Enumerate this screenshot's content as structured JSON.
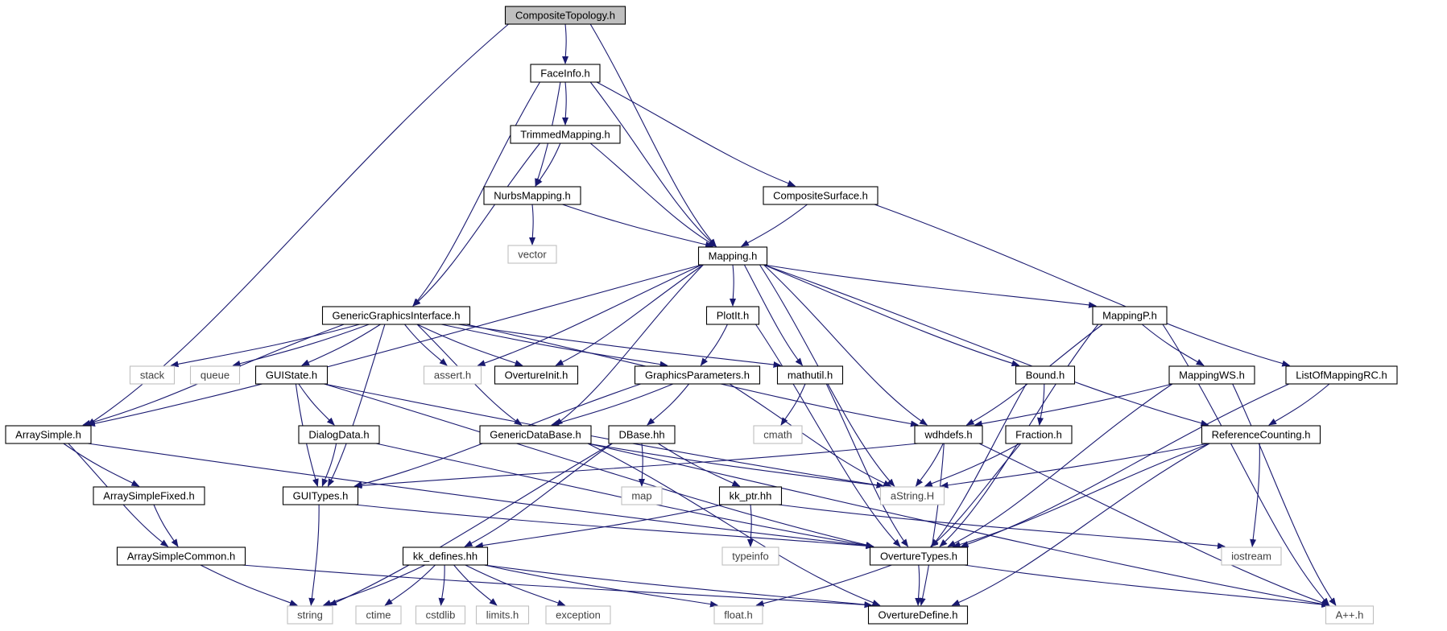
{
  "diagram": {
    "type": "include-dependency-graph",
    "colors": {
      "edge": "#191970",
      "root_fill": "#bfbfbf",
      "node_border": "#000000",
      "external_border": "#bfbfbf",
      "external_text": "#404040",
      "text": "#000000"
    },
    "nodes": [
      {
        "id": "CompositeTopology",
        "label": "CompositeTopology.h",
        "kind": "root"
      },
      {
        "id": "FaceInfo",
        "label": "FaceInfo.h",
        "kind": "file"
      },
      {
        "id": "TrimmedMapping",
        "label": "TrimmedMapping.h",
        "kind": "file"
      },
      {
        "id": "NurbsMapping",
        "label": "NurbsMapping.h",
        "kind": "file"
      },
      {
        "id": "CompositeSurface",
        "label": "CompositeSurface.h",
        "kind": "file"
      },
      {
        "id": "vector",
        "label": "vector",
        "kind": "external"
      },
      {
        "id": "Mapping",
        "label": "Mapping.h",
        "kind": "file"
      },
      {
        "id": "GenericGraphicsInterface",
        "label": "GenericGraphicsInterface.h",
        "kind": "file"
      },
      {
        "id": "PlotIt",
        "label": "PlotIt.h",
        "kind": "file"
      },
      {
        "id": "MappingP",
        "label": "MappingP.h",
        "kind": "file"
      },
      {
        "id": "stack",
        "label": "stack",
        "kind": "external"
      },
      {
        "id": "queue",
        "label": "queue",
        "kind": "external"
      },
      {
        "id": "GUIState",
        "label": "GUIState.h",
        "kind": "file"
      },
      {
        "id": "assert",
        "label": "assert.h",
        "kind": "external"
      },
      {
        "id": "OvertureInit",
        "label": "OvertureInit.h",
        "kind": "file"
      },
      {
        "id": "GraphicsParameters",
        "label": "GraphicsParameters.h",
        "kind": "file"
      },
      {
        "id": "mathutil",
        "label": "mathutil.h",
        "kind": "file"
      },
      {
        "id": "Bound",
        "label": "Bound.h",
        "kind": "file"
      },
      {
        "id": "MappingWS",
        "label": "MappingWS.h",
        "kind": "file"
      },
      {
        "id": "ListOfMappingRC",
        "label": "ListOfMappingRC.h",
        "kind": "file"
      },
      {
        "id": "ArraySimple",
        "label": "ArraySimple.h",
        "kind": "file"
      },
      {
        "id": "DialogData",
        "label": "DialogData.h",
        "kind": "file"
      },
      {
        "id": "GenericDataBase",
        "label": "GenericDataBase.h",
        "kind": "file"
      },
      {
        "id": "DBase",
        "label": "DBase.hh",
        "kind": "file"
      },
      {
        "id": "cmath",
        "label": "cmath",
        "kind": "external"
      },
      {
        "id": "wdhdefs",
        "label": "wdhdefs.h",
        "kind": "file"
      },
      {
        "id": "Fraction",
        "label": "Fraction.h",
        "kind": "file"
      },
      {
        "id": "ReferenceCounting",
        "label": "ReferenceCounting.h",
        "kind": "file"
      },
      {
        "id": "ArraySimpleFixed",
        "label": "ArraySimpleFixed.h",
        "kind": "file"
      },
      {
        "id": "GUITypes",
        "label": "GUITypes.h",
        "kind": "file"
      },
      {
        "id": "map",
        "label": "map",
        "kind": "external"
      },
      {
        "id": "kk_ptr",
        "label": "kk_ptr.hh",
        "kind": "file"
      },
      {
        "id": "aString",
        "label": "aString.H",
        "kind": "external"
      },
      {
        "id": "ArraySimpleCommon",
        "label": "ArraySimpleCommon.h",
        "kind": "file"
      },
      {
        "id": "kk_defines",
        "label": "kk_defines.hh",
        "kind": "file"
      },
      {
        "id": "typeinfo",
        "label": "typeinfo",
        "kind": "external"
      },
      {
        "id": "OvertureTypes",
        "label": "OvertureTypes.h",
        "kind": "file"
      },
      {
        "id": "iostream",
        "label": "iostream",
        "kind": "external"
      },
      {
        "id": "string",
        "label": "string",
        "kind": "external"
      },
      {
        "id": "ctime",
        "label": "ctime",
        "kind": "external"
      },
      {
        "id": "cstdlib",
        "label": "cstdlib",
        "kind": "external"
      },
      {
        "id": "limits",
        "label": "limits.h",
        "kind": "external"
      },
      {
        "id": "exception",
        "label": "exception",
        "kind": "external"
      },
      {
        "id": "float",
        "label": "float.h",
        "kind": "external"
      },
      {
        "id": "OvertureDefine",
        "label": "OvertureDefine.h",
        "kind": "file"
      },
      {
        "id": "App",
        "label": "A++.h",
        "kind": "external"
      }
    ],
    "edges": [
      [
        "CompositeTopology",
        "FaceInfo"
      ],
      [
        "CompositeTopology",
        "Mapping"
      ],
      [
        "CompositeTopology",
        "ArraySimple"
      ],
      [
        "FaceInfo",
        "TrimmedMapping"
      ],
      [
        "FaceInfo",
        "NurbsMapping"
      ],
      [
        "FaceInfo",
        "CompositeSurface"
      ],
      [
        "FaceInfo",
        "Mapping"
      ],
      [
        "FaceInfo",
        "GenericGraphicsInterface"
      ],
      [
        "TrimmedMapping",
        "NurbsMapping"
      ],
      [
        "TrimmedMapping",
        "Mapping"
      ],
      [
        "TrimmedMapping",
        "GenericGraphicsInterface"
      ],
      [
        "NurbsMapping",
        "vector"
      ],
      [
        "NurbsMapping",
        "Mapping"
      ],
      [
        "CompositeSurface",
        "Mapping"
      ],
      [
        "CompositeSurface",
        "ListOfMappingRC"
      ],
      [
        "Mapping",
        "GenericDataBase"
      ],
      [
        "Mapping",
        "PlotIt"
      ],
      [
        "Mapping",
        "MappingP"
      ],
      [
        "Mapping",
        "mathutil"
      ],
      [
        "Mapping",
        "assert"
      ],
      [
        "Mapping",
        "OvertureInit"
      ],
      [
        "Mapping",
        "wdhdefs"
      ],
      [
        "Mapping",
        "Bound"
      ],
      [
        "Mapping",
        "ReferenceCounting"
      ],
      [
        "Mapping",
        "aString"
      ],
      [
        "Mapping",
        "ArraySimple"
      ],
      [
        "GenericGraphicsInterface",
        "stack"
      ],
      [
        "GenericGraphicsInterface",
        "queue"
      ],
      [
        "GenericGraphicsInterface",
        "GUIState"
      ],
      [
        "GenericGraphicsInterface",
        "assert"
      ],
      [
        "GenericGraphicsInterface",
        "OvertureInit"
      ],
      [
        "GenericGraphicsInterface",
        "GraphicsParameters"
      ],
      [
        "GenericGraphicsInterface",
        "mathutil"
      ],
      [
        "GenericGraphicsInterface",
        "GenericDataBase"
      ],
      [
        "GenericGraphicsInterface",
        "wdhdefs"
      ],
      [
        "GenericGraphicsInterface",
        "GUITypes"
      ],
      [
        "GenericGraphicsInterface",
        "ArraySimple"
      ],
      [
        "PlotIt",
        "GraphicsParameters"
      ],
      [
        "PlotIt",
        "OvertureTypes"
      ],
      [
        "MappingP",
        "MappingWS"
      ],
      [
        "MappingP",
        "wdhdefs"
      ],
      [
        "MappingP",
        "OvertureTypes"
      ],
      [
        "MappingP",
        "App"
      ],
      [
        "GUIState",
        "DialogData"
      ],
      [
        "GUIState",
        "GUITypes"
      ],
      [
        "GUIState",
        "OvertureTypes"
      ],
      [
        "GUIState",
        "aString"
      ],
      [
        "GraphicsParameters",
        "GenericDataBase"
      ],
      [
        "GraphicsParameters",
        "DBase"
      ],
      [
        "GraphicsParameters",
        "GUITypes"
      ],
      [
        "GraphicsParameters",
        "aString"
      ],
      [
        "mathutil",
        "cmath"
      ],
      [
        "mathutil",
        "OvertureTypes"
      ],
      [
        "Bound",
        "Fraction"
      ],
      [
        "Bound",
        "OvertureTypes"
      ],
      [
        "MappingWS",
        "wdhdefs"
      ],
      [
        "MappingWS",
        "OvertureTypes"
      ],
      [
        "MappingWS",
        "App"
      ],
      [
        "ListOfMappingRC",
        "ReferenceCounting"
      ],
      [
        "ListOfMappingRC",
        "OvertureTypes"
      ],
      [
        "ArraySimple",
        "ArraySimpleFixed"
      ],
      [
        "ArraySimple",
        "ArraySimpleCommon"
      ],
      [
        "ArraySimple",
        "OvertureTypes"
      ],
      [
        "DialogData",
        "GUITypes"
      ],
      [
        "DialogData",
        "OvertureTypes"
      ],
      [
        "GenericDataBase",
        "aString"
      ],
      [
        "GenericDataBase",
        "OvertureDefine"
      ],
      [
        "GenericDataBase",
        "App"
      ],
      [
        "DBase",
        "map"
      ],
      [
        "DBase",
        "kk_ptr"
      ],
      [
        "DBase",
        "kk_defines"
      ],
      [
        "DBase",
        "string"
      ],
      [
        "wdhdefs",
        "GUITypes"
      ],
      [
        "wdhdefs",
        "aString"
      ],
      [
        "wdhdefs",
        "OvertureDefine"
      ],
      [
        "wdhdefs",
        "App"
      ],
      [
        "Fraction",
        "aString"
      ],
      [
        "Fraction",
        "OvertureTypes"
      ],
      [
        "ReferenceCounting",
        "aString"
      ],
      [
        "ReferenceCounting",
        "OvertureTypes"
      ],
      [
        "ReferenceCounting",
        "iostream"
      ],
      [
        "ReferenceCounting",
        "OvertureDefine"
      ],
      [
        "ArraySimpleFixed",
        "ArraySimpleCommon"
      ],
      [
        "GUITypes",
        "string"
      ],
      [
        "GUITypes",
        "OvertureTypes"
      ],
      [
        "kk_ptr",
        "typeinfo"
      ],
      [
        "kk_ptr",
        "kk_defines"
      ],
      [
        "kk_ptr",
        "iostream"
      ],
      [
        "ArraySimpleCommon",
        "string"
      ],
      [
        "ArraySimpleCommon",
        "OvertureDefine"
      ],
      [
        "kk_defines",
        "string"
      ],
      [
        "kk_defines",
        "ctime"
      ],
      [
        "kk_defines",
        "cstdlib"
      ],
      [
        "kk_defines",
        "limits"
      ],
      [
        "kk_defines",
        "exception"
      ],
      [
        "kk_defines",
        "float"
      ],
      [
        "kk_defines",
        "OvertureDefine"
      ],
      [
        "OvertureTypes",
        "float"
      ],
      [
        "OvertureTypes",
        "OvertureDefine"
      ],
      [
        "OvertureTypes",
        "App"
      ]
    ]
  }
}
